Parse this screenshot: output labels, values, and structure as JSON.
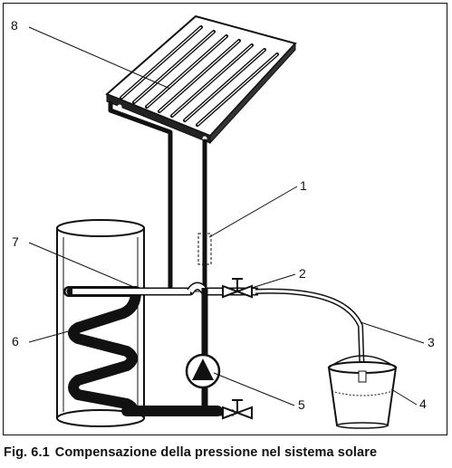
{
  "figure": {
    "label": "Fig. 6.1",
    "caption": "Compensazione della pressione nel sistema solare"
  },
  "callouts": {
    "c1": "1",
    "c2": "2",
    "c3": "3",
    "c4": "4",
    "c5": "5",
    "c6": "6",
    "c7": "7",
    "c8": "8"
  },
  "colors": {
    "ink": "#111111",
    "pipe": "#1a1a1a",
    "tank_fill": "#ffffff",
    "background": "#ffffff"
  }
}
